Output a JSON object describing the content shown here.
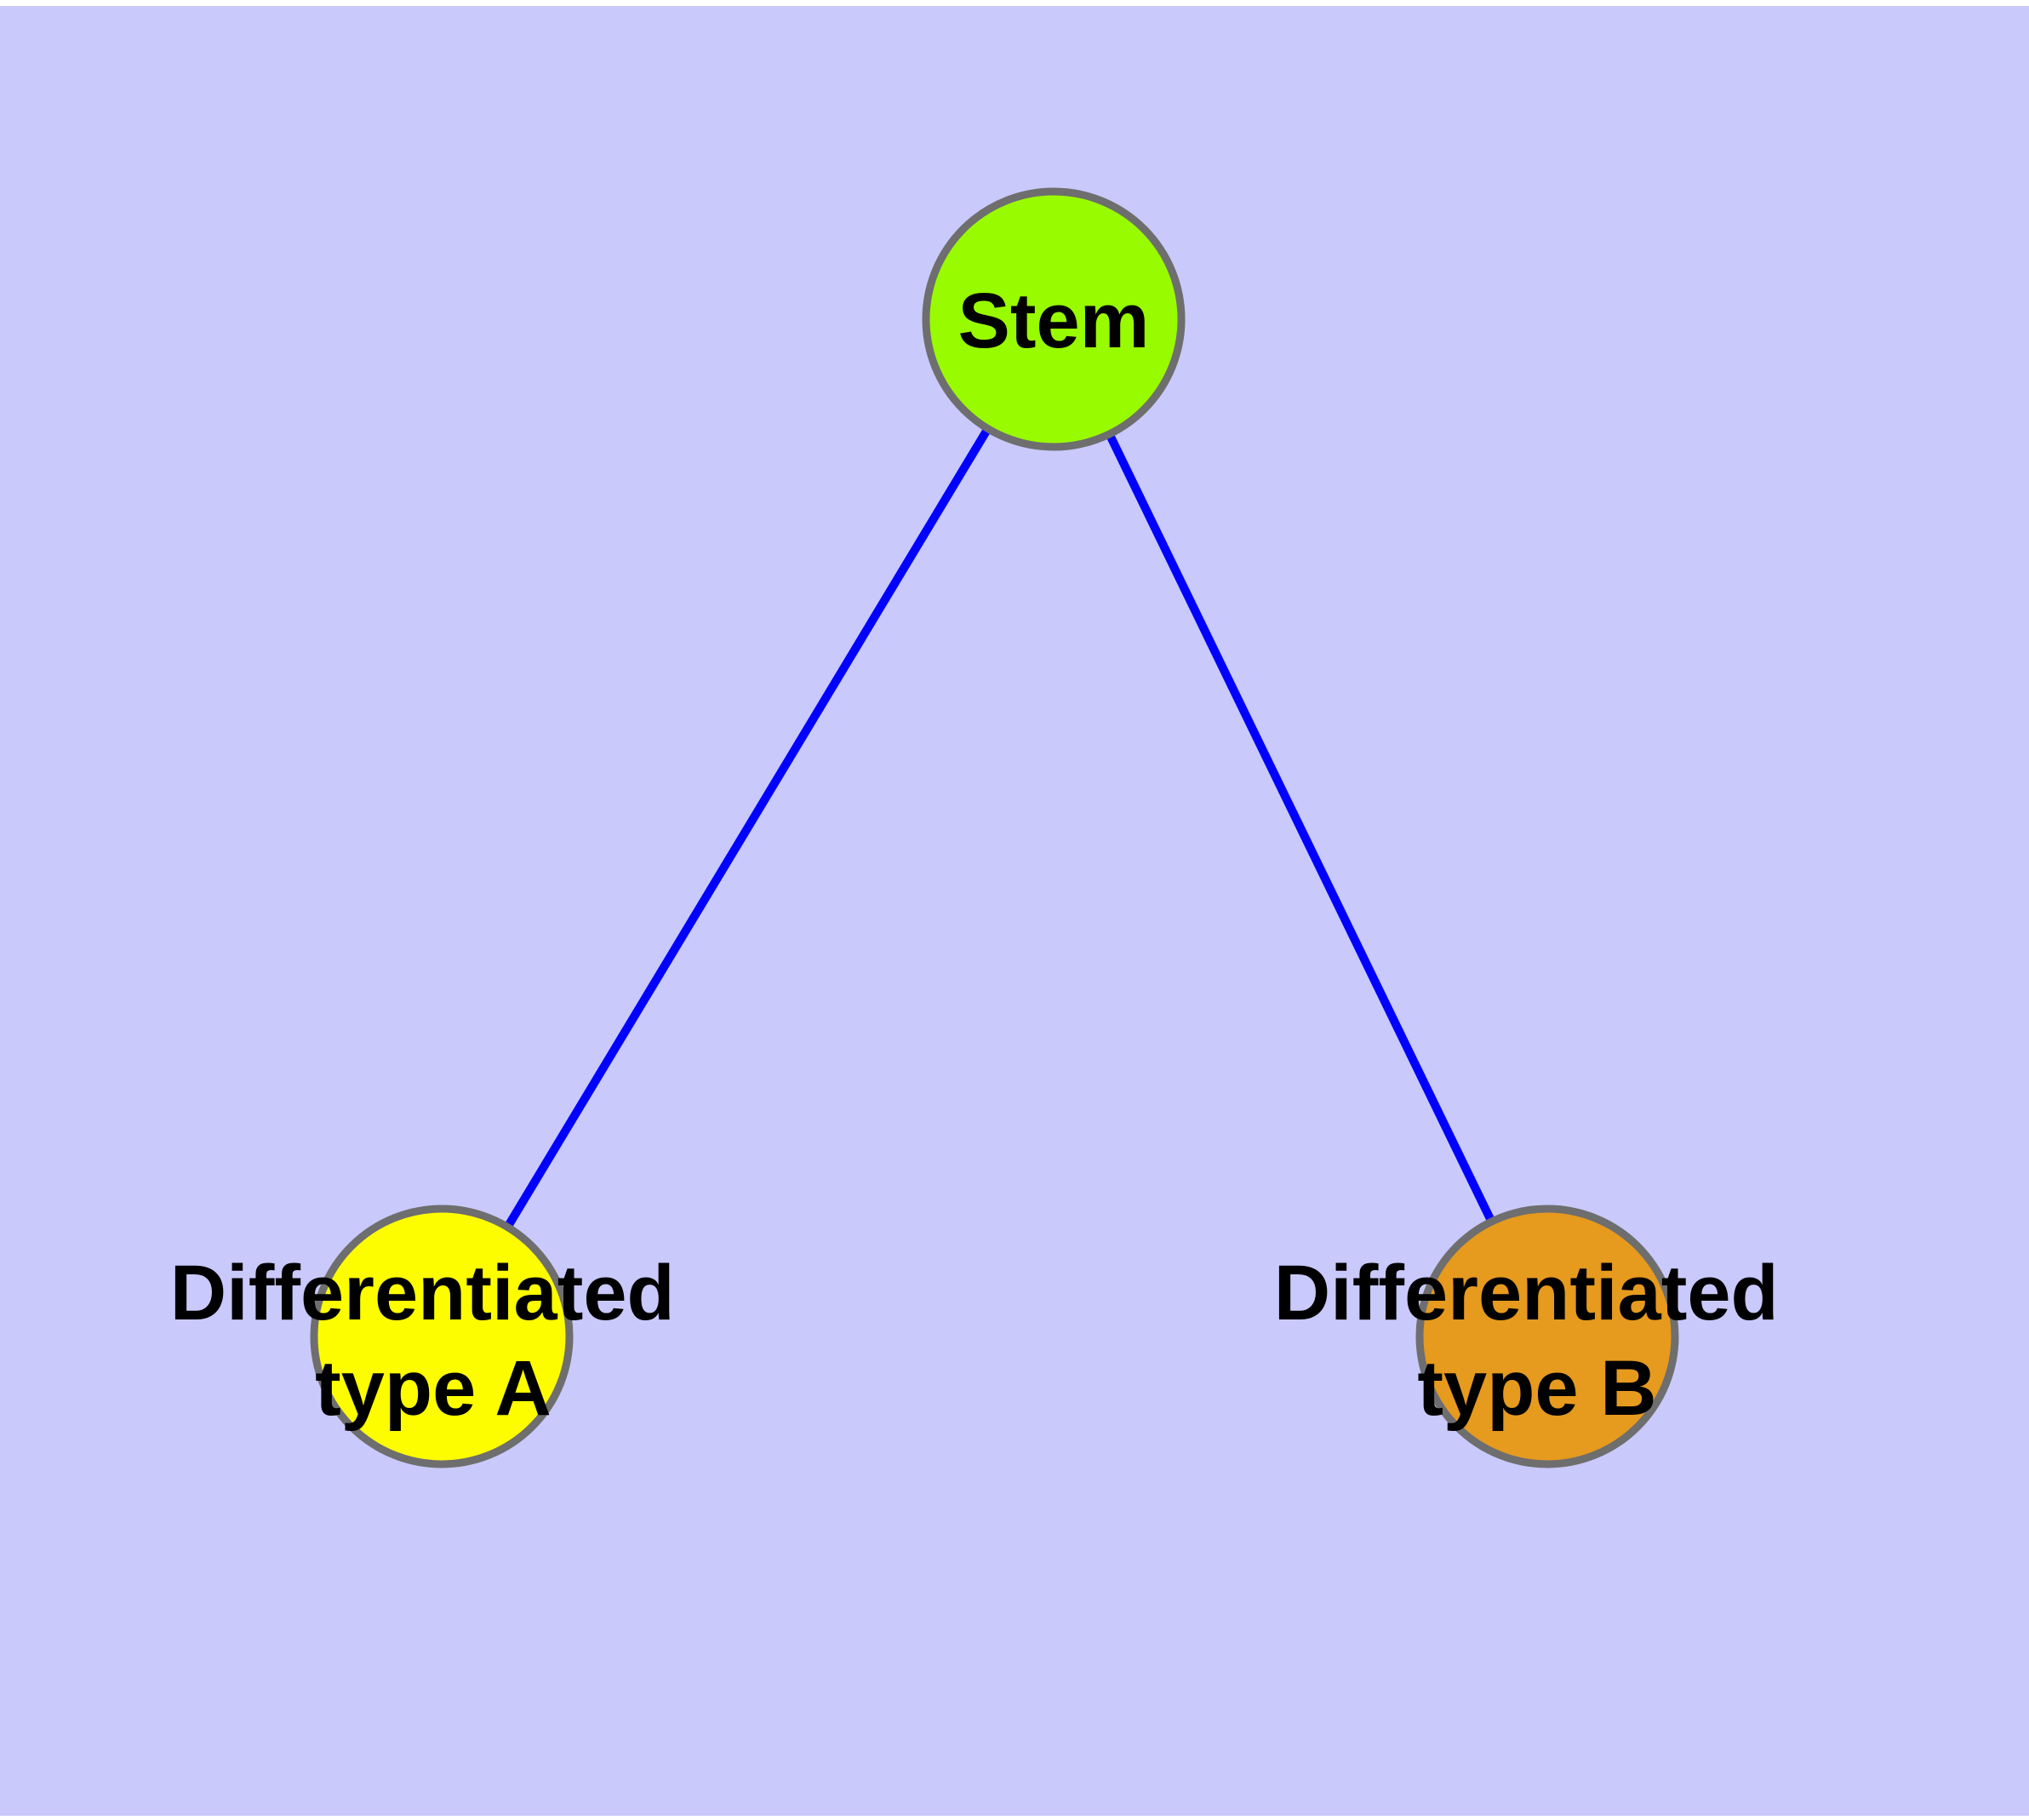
{
  "diagram": {
    "background_color": "#C9C9FB",
    "page_border_color": "#FFFFFF",
    "edge_color": "#0000FF",
    "node_border_color": "#6E6E6E",
    "label_color": "#000000",
    "nodes": {
      "stem": {
        "label": "Stem",
        "fill": "#99FB00"
      },
      "type_a": {
        "label_line1": "Differentiated",
        "label_line2": "type A",
        "fill": "#FDFD00"
      },
      "type_b": {
        "label_line1": "Differentiated",
        "label_line2": "type B",
        "fill": "#E69A1E"
      }
    },
    "edges": [
      {
        "from": "Stem",
        "to": "Differentiated type A"
      },
      {
        "from": "Stem",
        "to": "Differentiated type B"
      }
    ]
  }
}
